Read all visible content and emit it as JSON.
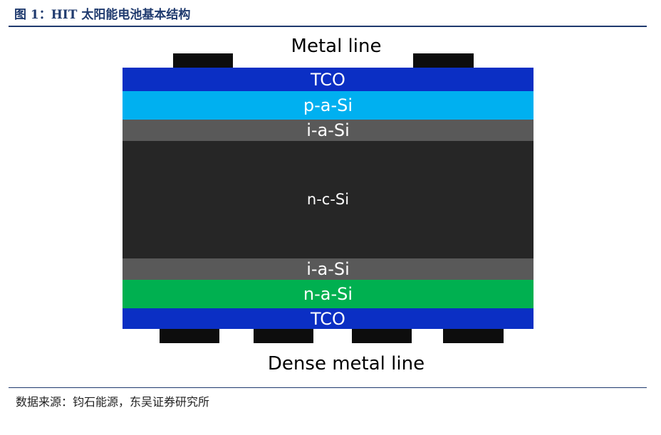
{
  "header": {
    "figure_title": "图 1：HIT 太阳能电池基本结构"
  },
  "diagram": {
    "top_caption": "Metal line",
    "bottom_caption": "Dense metal line",
    "layers": [
      {
        "label": "TCO",
        "color": "#0b2fc4"
      },
      {
        "label": "p-a-Si",
        "color": "#00b0f0"
      },
      {
        "label": "i-a-Si",
        "color": "#595959"
      },
      {
        "label": "n-c-Si",
        "color": "#262626"
      },
      {
        "label": "i-a-Si",
        "color": "#595959"
      },
      {
        "label": "n-a-Si",
        "color": "#00b050"
      },
      {
        "label": "TCO",
        "color": "#0b2fc4"
      }
    ],
    "contact_color": "#0d0d0d"
  },
  "footer": {
    "source": "数据来源：钧石能源，东吴证券研究所"
  }
}
